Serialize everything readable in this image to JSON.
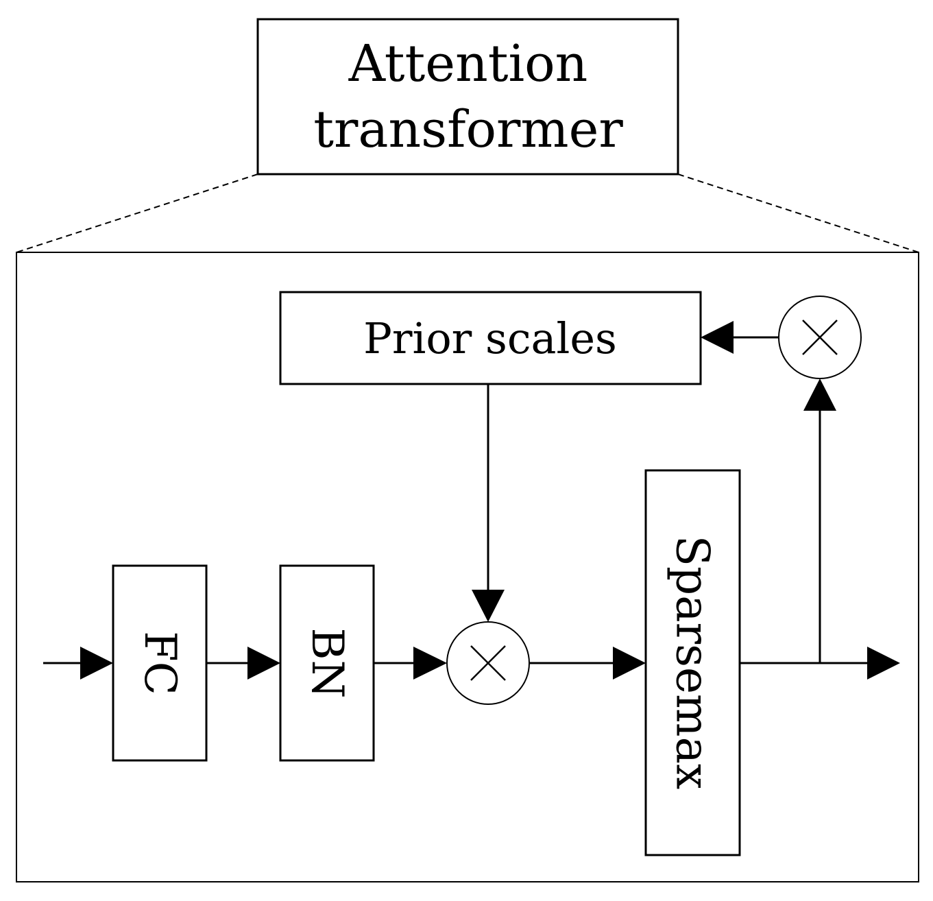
{
  "header": {
    "title_line1": "Attention",
    "title_line2": "transformer"
  },
  "blocks": {
    "prior_scales": "Prior scales",
    "fc": "FC",
    "bn": "BN",
    "sparsemax": "Sparsemax"
  },
  "operators": {
    "multiply_main": "multiply-icon",
    "multiply_feedback": "multiply-icon"
  },
  "colors": {
    "stroke": "#000000",
    "background": "#ffffff"
  }
}
